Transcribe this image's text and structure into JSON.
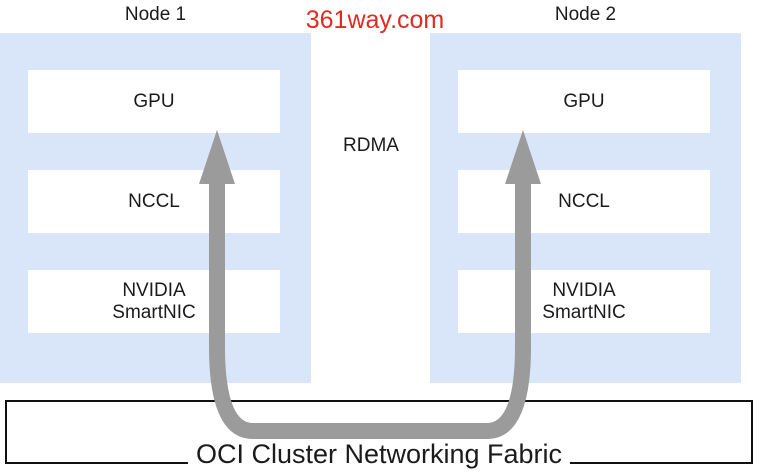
{
  "watermark": {
    "text": "361way.com"
  },
  "diagram": {
    "node1": {
      "title": "Node 1",
      "gpu": "GPU",
      "nccl": "NCCL",
      "smartnic_line1": "NVIDIA",
      "smartnic_line2": "SmartNIC"
    },
    "node2": {
      "title": "Node 2",
      "gpu": "GPU",
      "nccl": "NCCL",
      "smartnic_line1": "NVIDIA",
      "smartnic_line2": "SmartNIC"
    },
    "rdma_label": "RDMA",
    "fabric_label": "OCI Cluster Networking Fabric"
  },
  "colors": {
    "panel_blue": "#d9e5f8",
    "arrow_gray": "#9b9b9b",
    "watermark_red": "#e12b20",
    "text_black": "#1b1b1b",
    "fabric_border": "#111111"
  }
}
